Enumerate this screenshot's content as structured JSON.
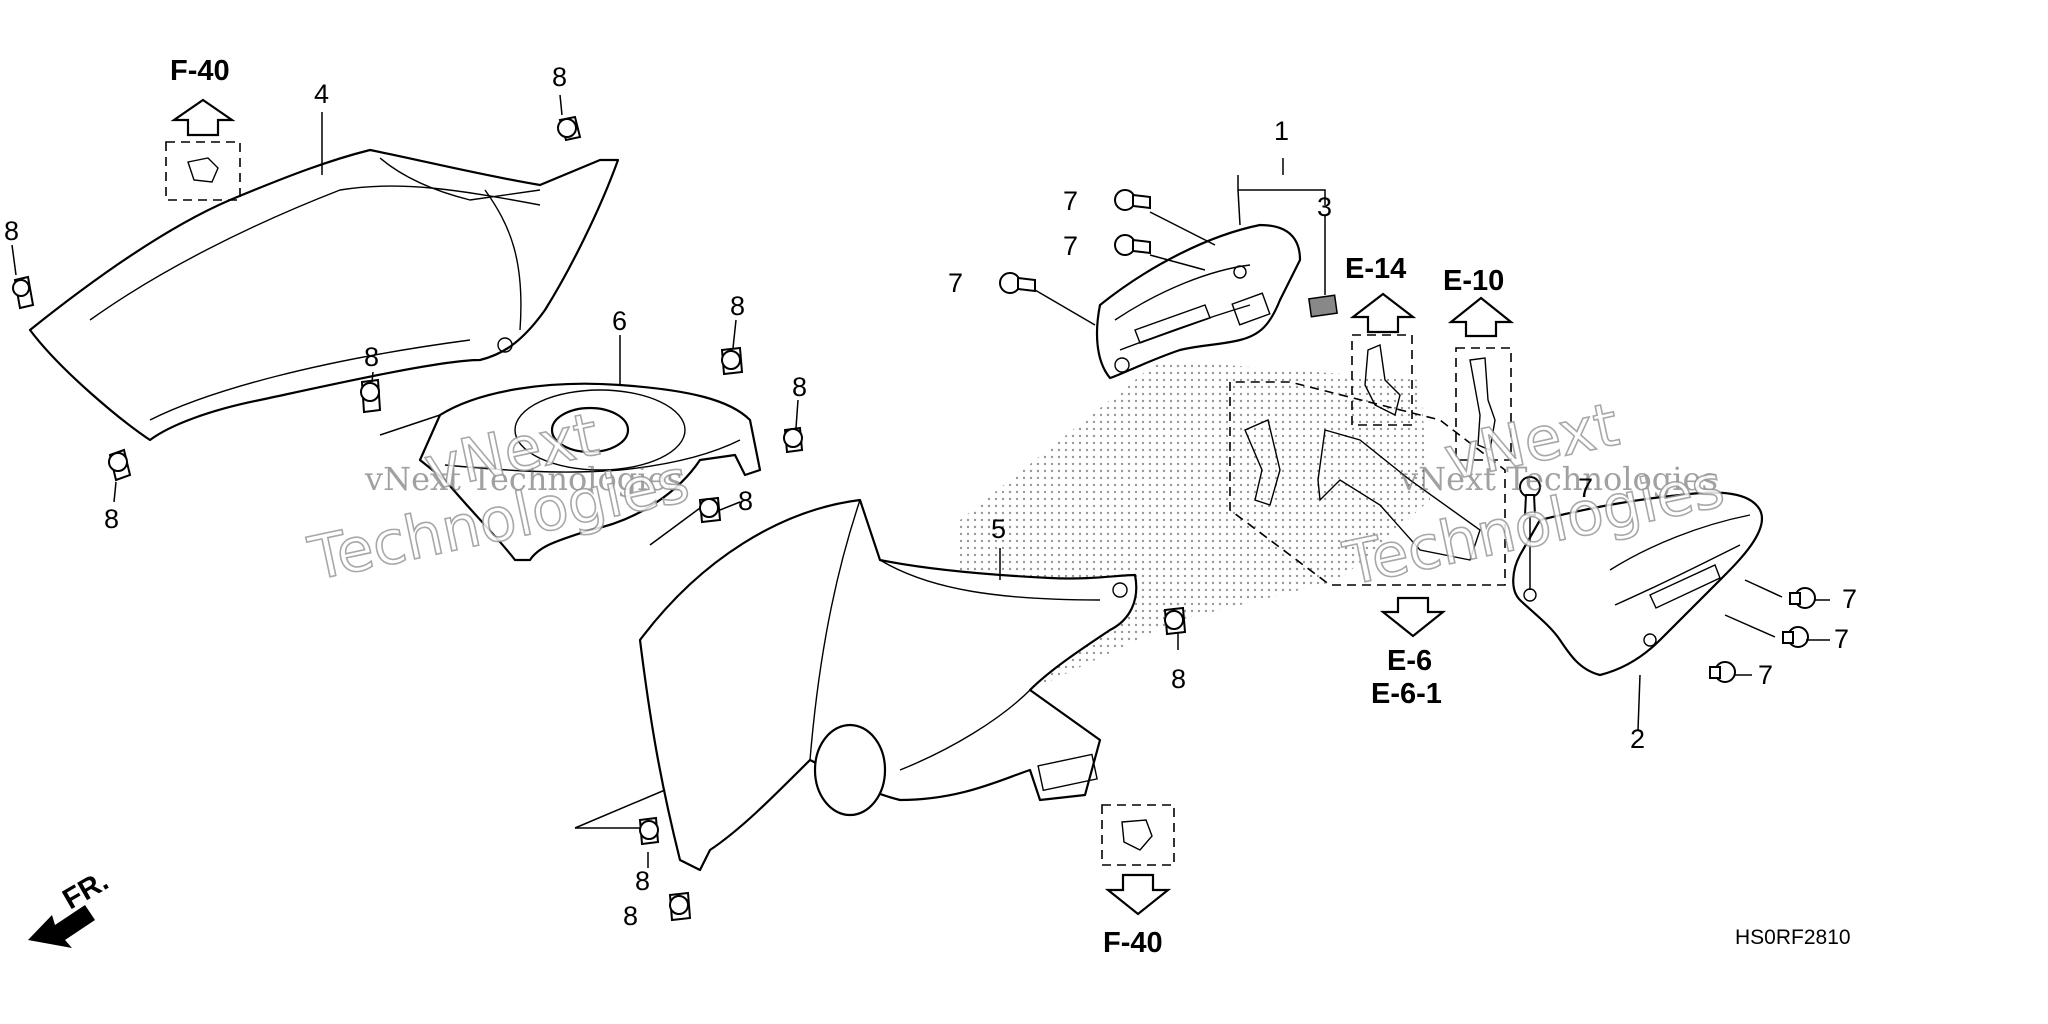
{
  "callouts": {
    "p1": "1",
    "p2": "2",
    "p3": "3",
    "p4": "4",
    "p5": "5",
    "p6": "6",
    "p7": "7",
    "p8": "8"
  },
  "references": {
    "f40_top": "F-40",
    "f40_bottom": "F-40",
    "e14": "E-14",
    "e10": "E-10",
    "e6": "E-6",
    "e6_1": "E-6-1",
    "front_marker": "FR."
  },
  "diagram_code": "HS0RF2810",
  "watermark": {
    "line1": "vNext Technologies",
    "line2": "Technologies",
    "line3": "vNext"
  }
}
